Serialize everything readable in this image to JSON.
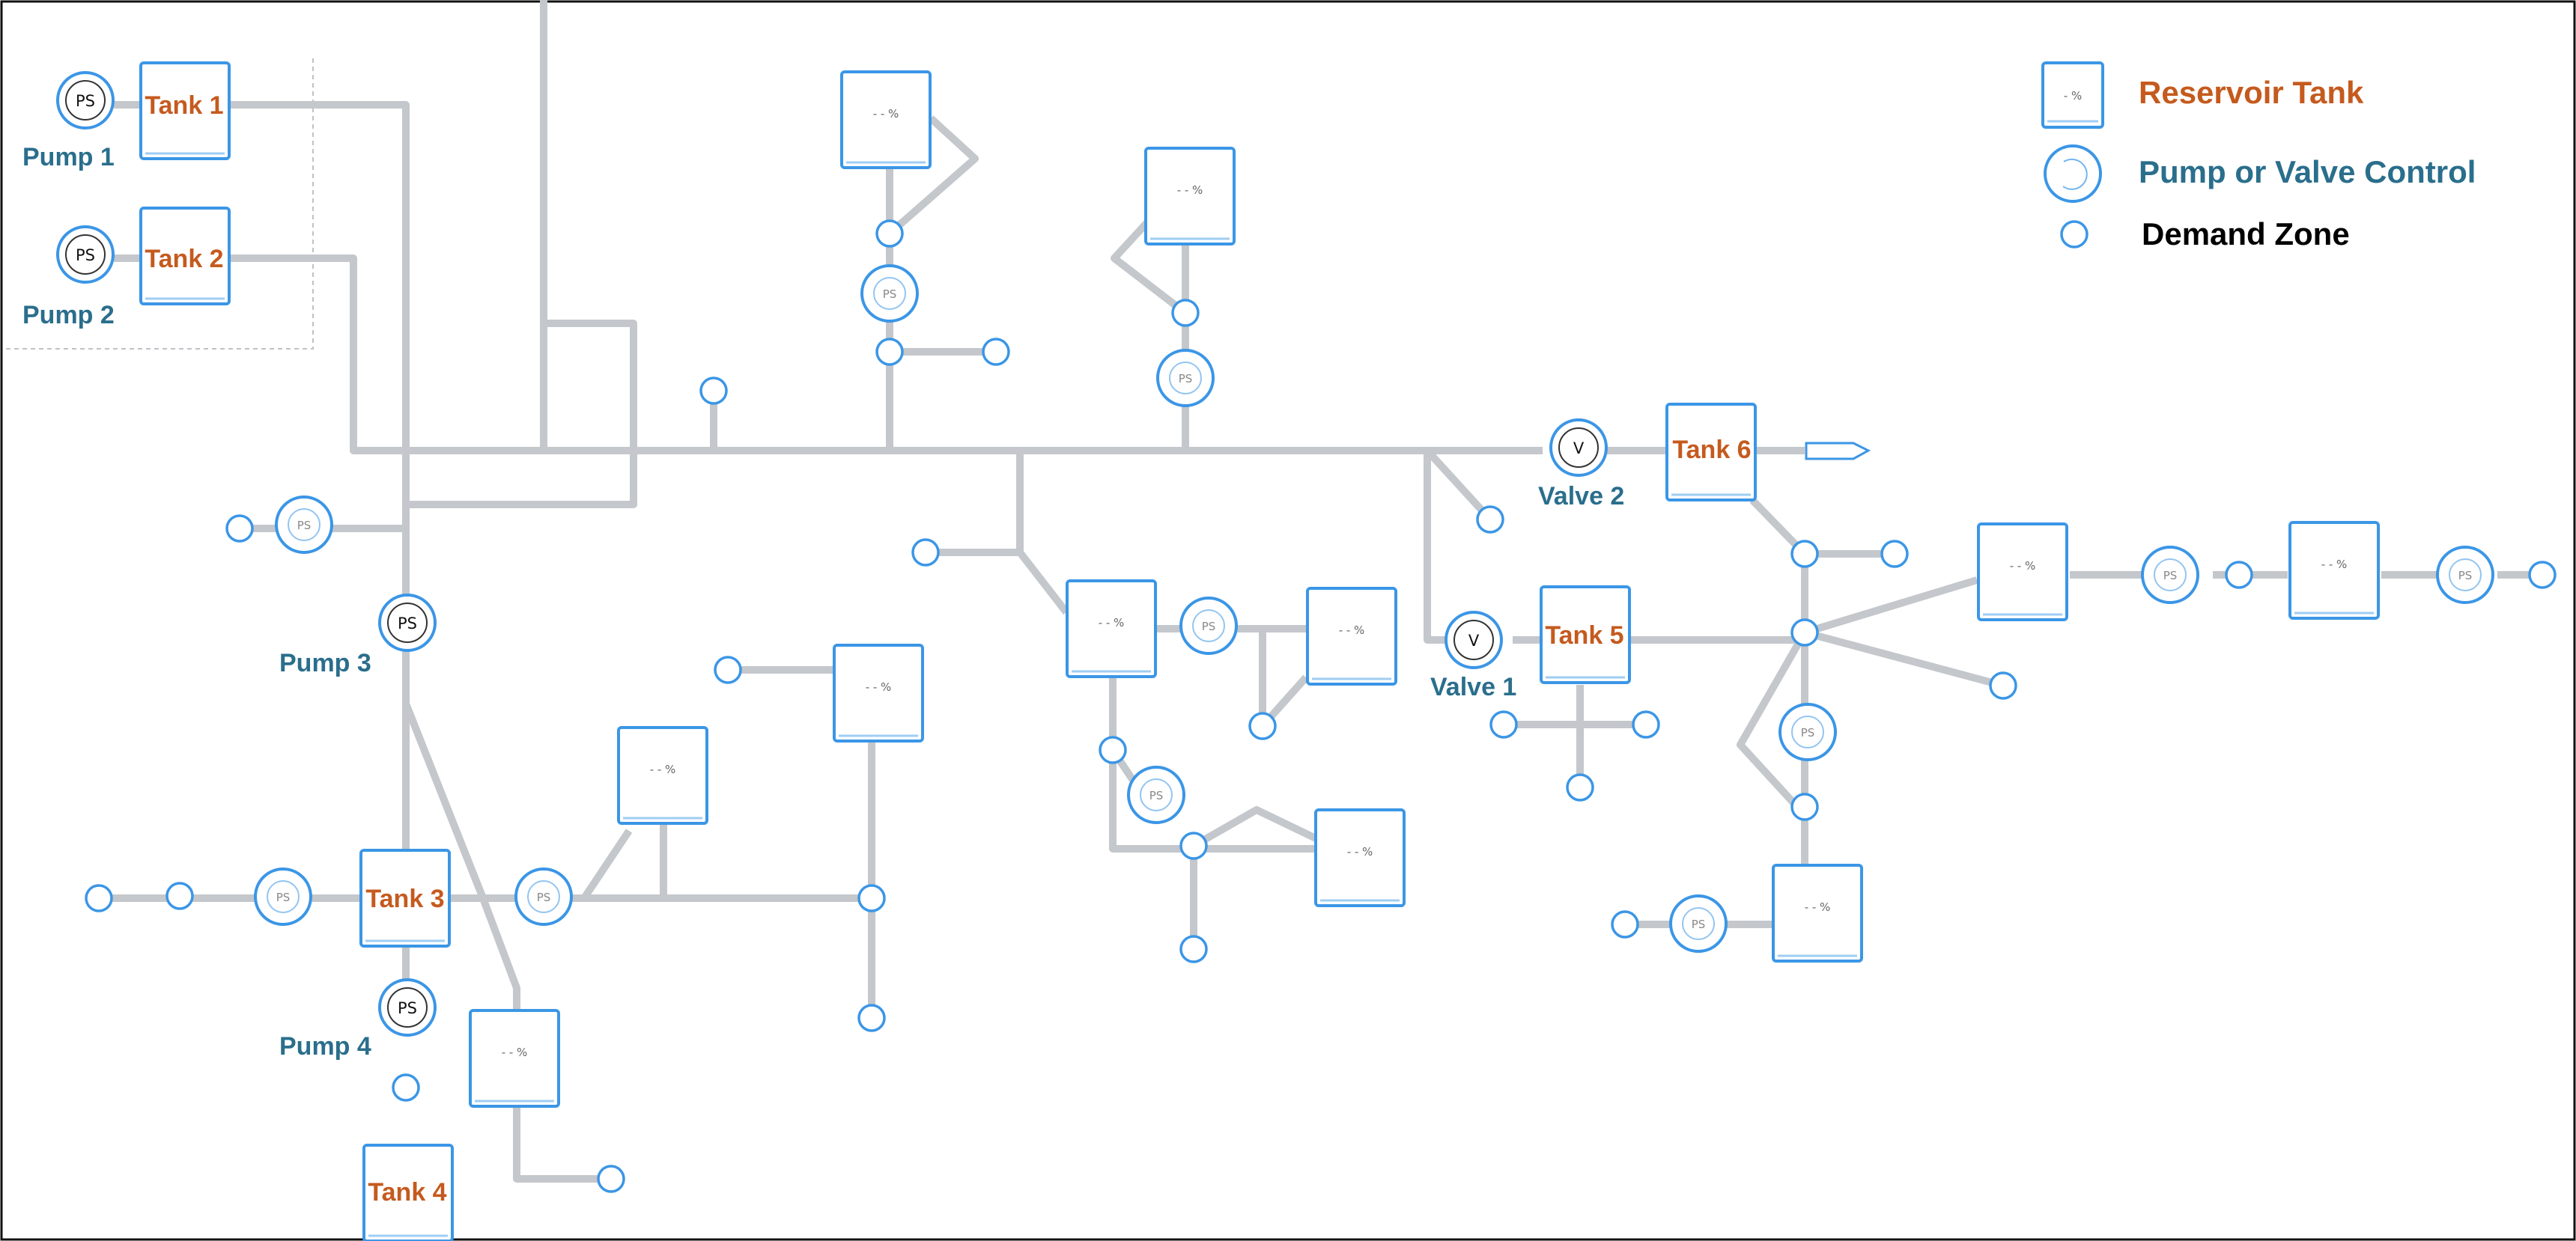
{
  "legend": {
    "reservoir_tank": "Reservoir Tank",
    "pump_or_valve_control": "Pump or Valve Control",
    "demand_zone": "Demand Zone",
    "tank_icon_text": "- %"
  },
  "labels": {
    "tank1": "Tank 1",
    "tank2": "Tank 2",
    "tank3": "Tank 3",
    "tank4": "Tank 4",
    "tank5": "Tank 5",
    "tank6": "Tank 6",
    "pump1": "Pump 1",
    "pump2": "Pump 2",
    "pump3": "Pump 3",
    "pump4": "Pump 4",
    "valve1": "Valve 1",
    "valve2": "Valve 2"
  },
  "symbols": {
    "pump_station": "PS",
    "valve": "V",
    "tank_percent": "- - %"
  },
  "colors": {
    "pipe": "#c4c7cb",
    "symbol_stroke": "#3b96e6",
    "tank_label": "#c55a1e",
    "control_label": "#2a6e8c",
    "demand_label": "#000000"
  }
}
